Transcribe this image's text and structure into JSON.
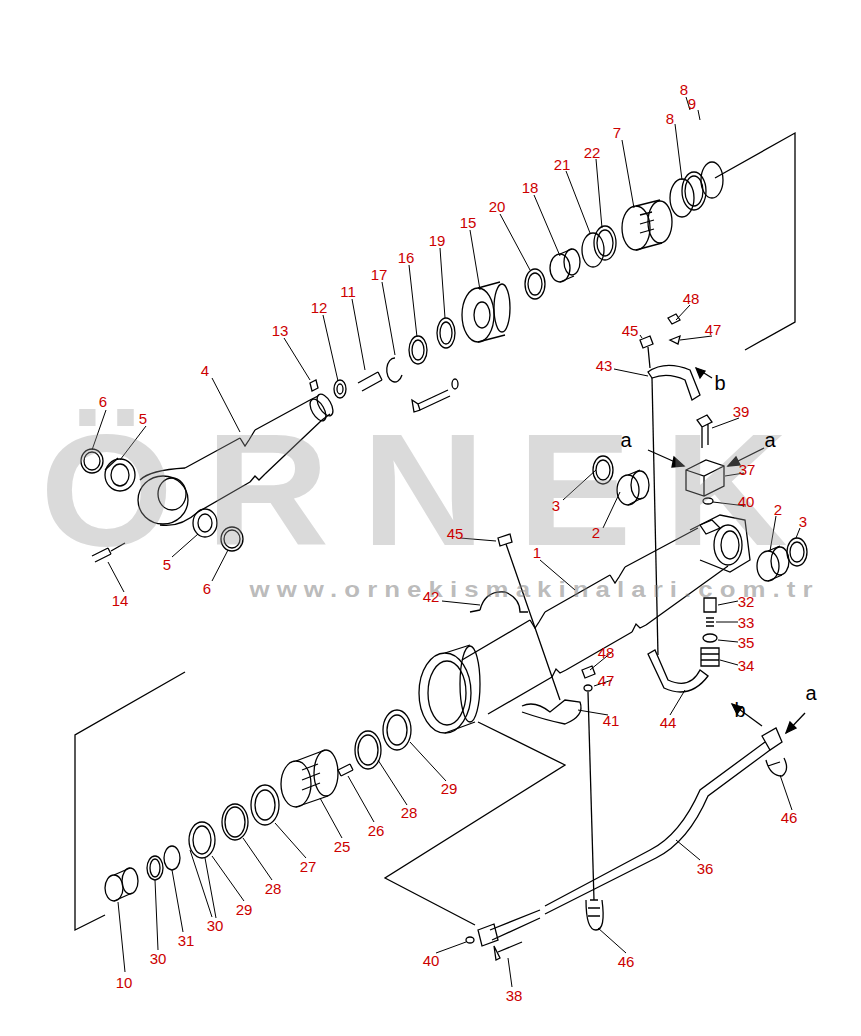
{
  "diagram": {
    "labels": [
      "8",
      "9",
      "8",
      "7",
      "22",
      "21",
      "18",
      "20",
      "15",
      "19",
      "16",
      "17",
      "11",
      "12",
      "13",
      "48",
      "47",
      "45",
      "43",
      "b",
      "4",
      "39",
      "a",
      "a",
      "37",
      "6",
      "5",
      "3",
      "2",
      "40",
      "2",
      "3",
      "45",
      "1",
      "5",
      "6",
      "14",
      "42",
      "32",
      "33",
      "35",
      "48",
      "34",
      "47",
      "41",
      "44",
      "b",
      "a",
      "46",
      "29",
      "28",
      "26",
      "25",
      "27",
      "28",
      "29",
      "30",
      "36",
      "31",
      "30",
      "10",
      "40",
      "46",
      "38",
      "ÖRNEK",
      "www.ornekismakinalari.com.tr"
    ]
  }
}
